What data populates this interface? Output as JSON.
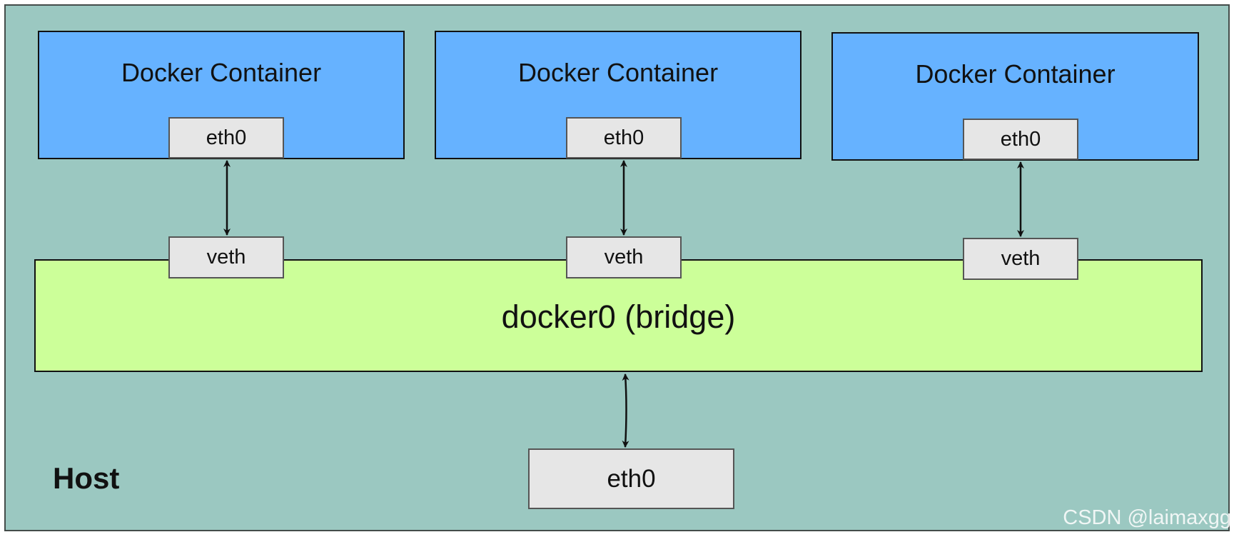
{
  "host": {
    "label": "Host"
  },
  "containers": [
    {
      "title": "Docker Container",
      "interface": "eth0",
      "veth": "veth"
    },
    {
      "title": "Docker Container",
      "interface": "eth0",
      "veth": "veth"
    },
    {
      "title": "Docker Container",
      "interface": "eth0",
      "veth": "veth"
    }
  ],
  "bridge": {
    "label": "docker0 (bridge)"
  },
  "host_interface": {
    "label": "eth0"
  },
  "watermark": "CSDN @laimaxgg",
  "colors": {
    "host_bg": "#9bc8c1",
    "container_bg": "#66b2ff",
    "bridge_bg": "#ccff99",
    "interface_bg": "#e6e6e6"
  }
}
